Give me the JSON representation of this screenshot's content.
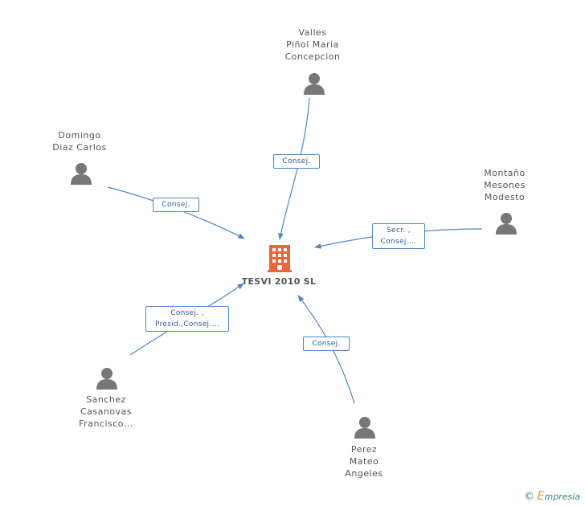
{
  "company": {
    "name": "TESVI 2010 SL",
    "icon": "building-icon",
    "color": "#f0643c"
  },
  "people": [
    {
      "id": "valles",
      "lines": [
        "Valles",
        "Piñol Maria",
        "Concepcion"
      ],
      "role_lines": [
        "Consej."
      ]
    },
    {
      "id": "domingo",
      "lines": [
        "Domingo",
        "Diaz Carlos"
      ],
      "role_lines": [
        "Consej."
      ]
    },
    {
      "id": "montano",
      "lines": [
        "Montaño",
        "Mesones",
        "Modesto"
      ],
      "role_lines": [
        "Secr. ,",
        "Consej...."
      ]
    },
    {
      "id": "sanchez",
      "lines": [
        "Sanchez",
        "Casanovas",
        "Francisco..."
      ],
      "role_lines": [
        "Consej. ,",
        "Presid.,Consej...."
      ]
    },
    {
      "id": "perez",
      "lines": [
        "Perez",
        "Mateo",
        "Angeles"
      ],
      "role_lines": [
        "Consej."
      ]
    }
  ],
  "colors": {
    "edge": "#4a86c8",
    "person": "#777777",
    "label_text": "#555555"
  },
  "footer": {
    "copyright": "©",
    "brand_e": "E",
    "brand_rest": "mpresia"
  }
}
